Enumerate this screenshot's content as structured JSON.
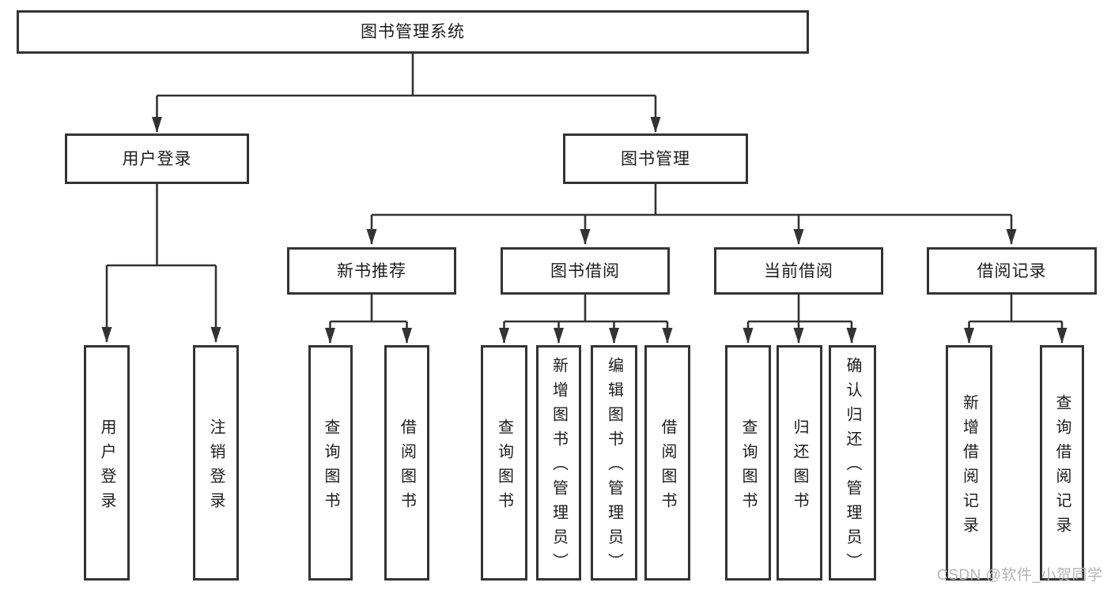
{
  "colors": {
    "line": "#333333",
    "text": "#1d1d1d",
    "watermark": "#b4b4b4",
    "background": "#ffffff"
  },
  "watermark": {
    "text": "CSDN @软件_小贺同学"
  },
  "tree": {
    "label": "图书管理系统",
    "children": [
      {
        "label": "用户登录",
        "children": [
          {
            "label": "用户登录"
          },
          {
            "label": "注销登录"
          }
        ]
      },
      {
        "label": "图书管理",
        "children": [
          {
            "label": "新书推荐",
            "children": [
              {
                "label": "查询图书"
              },
              {
                "label": "借阅图书"
              }
            ]
          },
          {
            "label": "图书借阅",
            "children": [
              {
                "label": "查询图书"
              },
              {
                "label": "新增图书（管理员）"
              },
              {
                "label": "编辑图书（管理员）"
              },
              {
                "label": "借阅图书"
              }
            ]
          },
          {
            "label": "当前借阅",
            "children": [
              {
                "label": "查询图书"
              },
              {
                "label": "归还图书"
              },
              {
                "label": "确认归还（管理员）"
              }
            ]
          },
          {
            "label": "借阅记录",
            "children": [
              {
                "label": "新增借阅记录"
              },
              {
                "label": "查询借阅记录"
              }
            ]
          }
        ]
      }
    ]
  }
}
